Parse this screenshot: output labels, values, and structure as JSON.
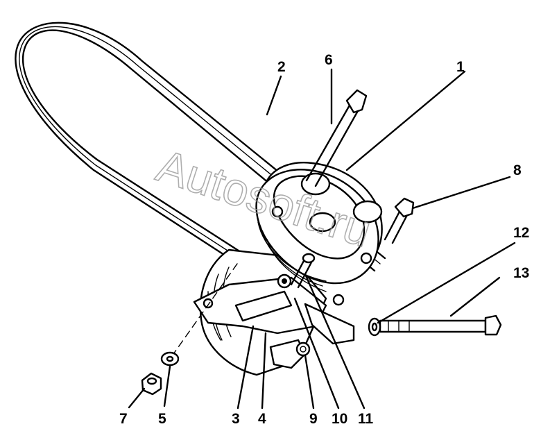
{
  "diagram": {
    "watermark": "Autosoft.ru",
    "callouts": [
      {
        "id": "1",
        "text": "1"
      },
      {
        "id": "2",
        "text": "2"
      },
      {
        "id": "3",
        "text": "3"
      },
      {
        "id": "4",
        "text": "4"
      },
      {
        "id": "5",
        "text": "5"
      },
      {
        "id": "6",
        "text": "6"
      },
      {
        "id": "7",
        "text": "7"
      },
      {
        "id": "8",
        "text": "8"
      },
      {
        "id": "9",
        "text": "9"
      },
      {
        "id": "10",
        "text": "10"
      },
      {
        "id": "11",
        "text": "11"
      },
      {
        "id": "12",
        "text": "12"
      },
      {
        "id": "13",
        "text": "13"
      }
    ]
  }
}
